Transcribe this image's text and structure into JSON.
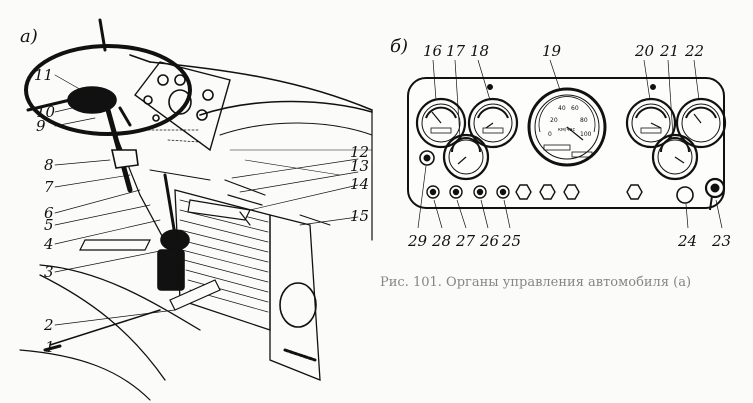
{
  "panel_a": {
    "letter": "а)",
    "labels": [
      "1",
      "2",
      "3",
      "4",
      "5",
      "6",
      "7",
      "8",
      "9",
      "10",
      "11",
      "12",
      "13",
      "14",
      "15"
    ]
  },
  "panel_b": {
    "letter": "б)",
    "labels": [
      "16",
      "17",
      "18",
      "19",
      "20",
      "21",
      "22",
      "23",
      "24",
      "25",
      "26",
      "27",
      "28",
      "29"
    ],
    "speedometer": {
      "ticks": [
        "0",
        "20",
        "40",
        "60",
        "80",
        "100"
      ],
      "unit": "км/час"
    }
  },
  "caption": "Рис. 101. Органы управления автомобиля (а)"
}
